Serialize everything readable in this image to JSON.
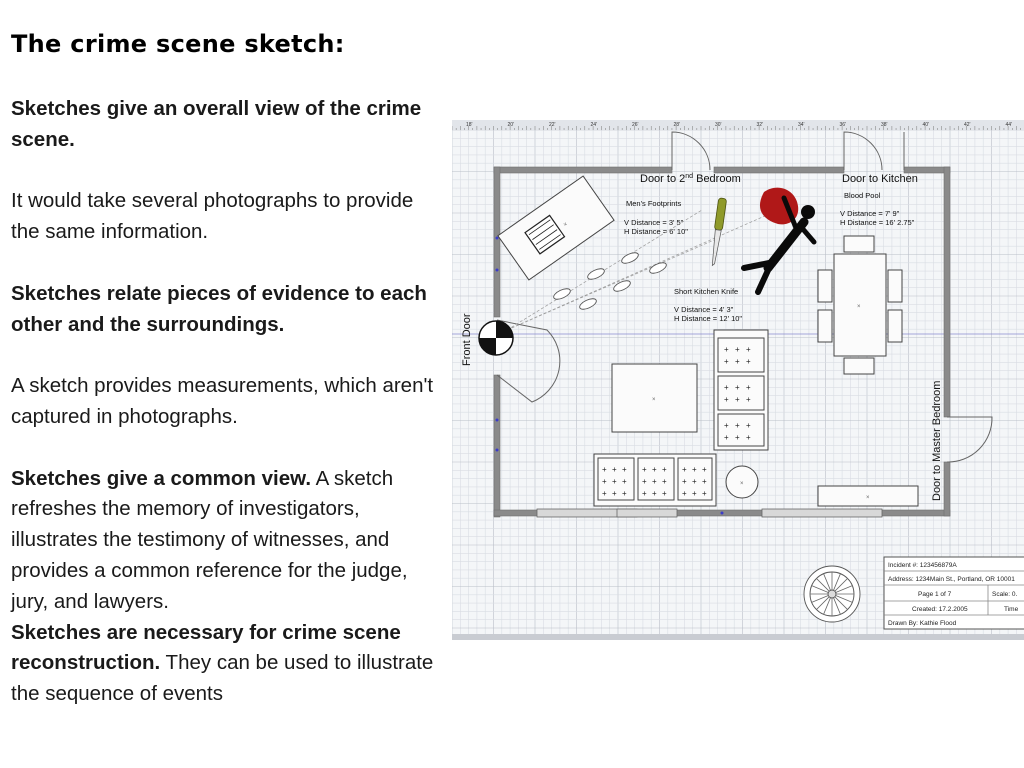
{
  "slide": {
    "title": "The crime scene sketch:",
    "p1_bold": "Sketches give an overall view of the crime scene.",
    "p2": "It would take several photographs to provide the same information.",
    "p3_bold": "Sketches relate pieces of evidence to each other and the surroundings.",
    "p4": "A sketch provides measurements, which aren't captured in photographs.",
    "p5_bold": "Sketches give a common view.",
    "p5_rest": " A sketch refreshes the memory of investigators, illustrates the testimony of witnesses, and provides a common reference for the judge, jury, and lawyers.",
    "p6_bold": " Sketches are necessary for crime scene reconstruction.",
    "p6_rest": " They can be used to illustrate the sequence of events"
  },
  "sketch": {
    "door_2nd_main": "Door to 2",
    "door_2nd_sup": "nd",
    "door_2nd_rest": " Bedroom",
    "door_kitchen": "Door to Kitchen",
    "front_door": "Front Door",
    "door_master": "Door to Master Bedroom",
    "mens_footprints": "Men's Footprints",
    "fp_v": "V Distance = 3' 5\"",
    "fp_h": "H Distance = 6' 10\"",
    "blood_pool": "Blood Pool",
    "bp_v": "V Distance = 7' 9\"",
    "bp_h": "H Distance = 16' 2.75\"",
    "knife": "Short Kitchen Knife",
    "kn_v": "V Distance = 4' 3\"",
    "kn_h": "H Distance = 12' 10\"",
    "incident": "Incident #: 123456879A",
    "address": "Address: 1234Main St., Portland, OR 10001",
    "page": "Page 1 of 7",
    "scale": "Scale: 0.",
    "created": "Created: 17.2.2005",
    "time": "Time",
    "drawn_by": "Drawn By: Kathie Flood",
    "ruler_ticks": [
      "18'",
      "20'",
      "22'",
      "24'",
      "26'",
      "28'",
      "30'",
      "32'",
      "34'",
      "36'",
      "38'",
      "40'",
      "42'",
      "44'"
    ]
  },
  "colors": {
    "grid_minor": "#d9dde3",
    "grid_major": "#b9bfc8",
    "wall": "#8a8a8a",
    "blood": "#b01818",
    "knife_handle": "#8f9a2a"
  }
}
